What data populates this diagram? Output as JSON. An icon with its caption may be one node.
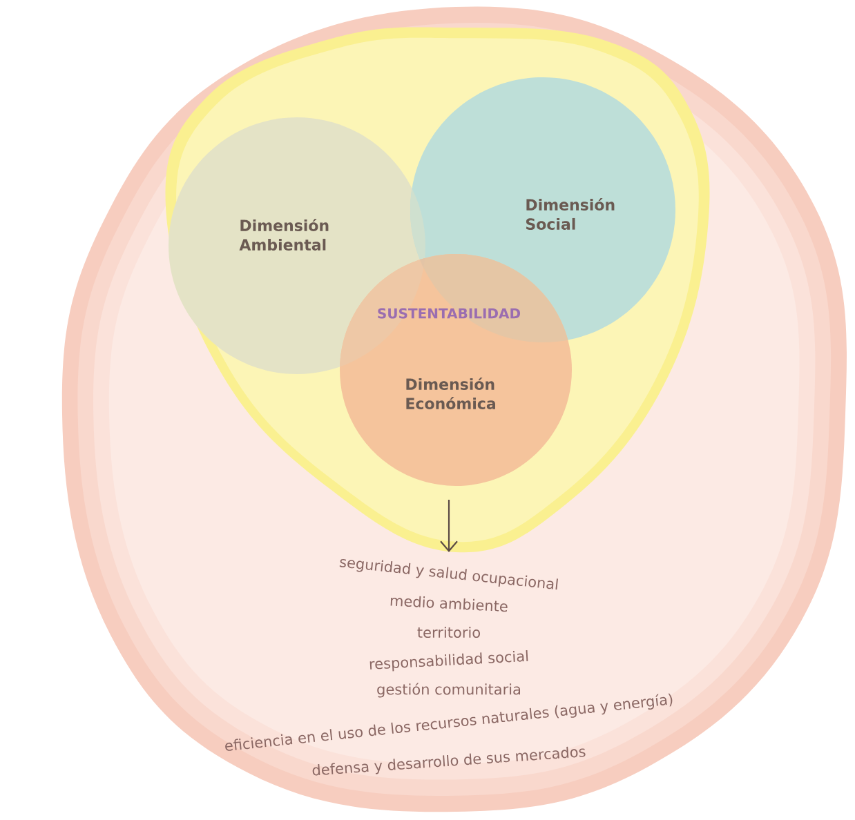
{
  "diagram": {
    "nodes": [
      {
        "text": [],
        "shape": "circle"
      },
      {
        "text": [],
        "shape": "circle",
        "in": 0
      },
      {
        "text": [
          "Dimensión Ambiental"
        ],
        "in": 1
      },
      {
        "text": [
          "Dimensión Social"
        ],
        "in": 1
      },
      {
        "text": [
          "Dimensión Económica"
        ],
        "in": 1
      }
    ],
    "labels": [
      "SUSTENTABILIDAD",
      "seguridad y salud ocupacional",
      "medio ambiente",
      "territorio",
      "responsabilidad social",
      "gestión comunitaria",
      "eficiencia en el uso de los recursos naturales (agua y energía)",
      "defensa y desarrollo de sus mercados"
    ]
  }
}
